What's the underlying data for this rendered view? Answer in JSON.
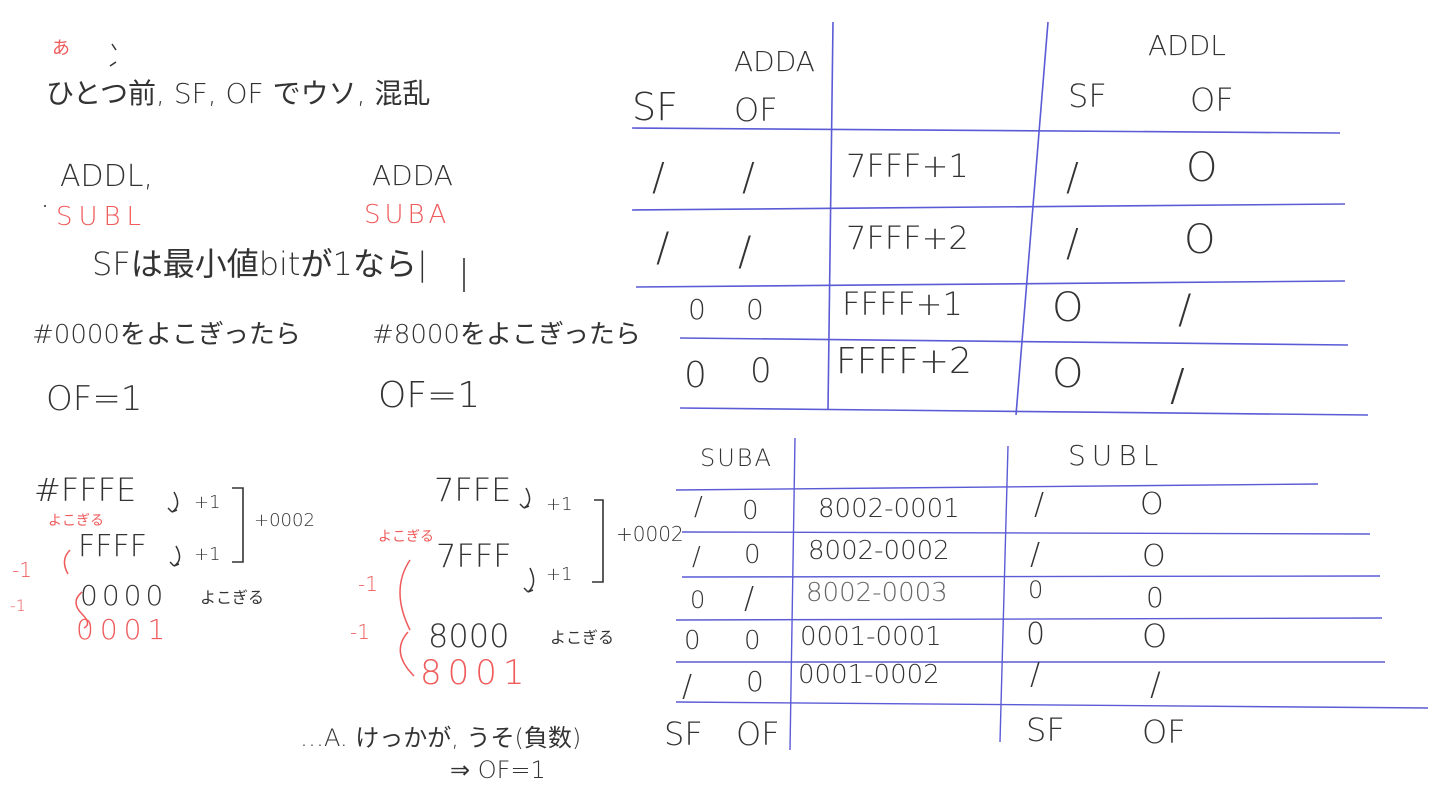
{
  "colors": {
    "ink": "#333333",
    "red": "#ef5a5a",
    "blue": "#5b5bd6"
  },
  "notes": {
    "mark": "あ",
    "line1": "ひとつ前, SF, OF でウソ, 混乱",
    "addl": "ADDL,",
    "subl": "SUBL",
    "adda": "ADDA",
    "suba": "SUBA",
    "sf_rule": "SFは最小値bitが1なら|",
    "cross0000": "#0000をよこぎったら",
    "cross8000": "#8000をよこぎったら",
    "of1_a": "OF=1",
    "of1_b": "OF=1",
    "footer1": "…A. けっかが, うそ(負数)",
    "footer2": "⇒ OF=1"
  },
  "left_example": {
    "v1": "#FFFE",
    "plus1a": "+1",
    "yoko1": "よこぎる",
    "v2": "FFFF",
    "plus1b": "+1",
    "plus0002": "+0002",
    "minus1a": "-1",
    "v3": "0000",
    "yoko2": "よこぎる",
    "minus1b": "-1",
    "v4": "0001"
  },
  "mid_example": {
    "v1": "7FFE",
    "plus1a": "+1",
    "yoko1": "よこぎる",
    "v2": "7FFF",
    "plus1b": "+1",
    "plus0002": "+0002",
    "minus1a": "-1",
    "v3": "8000",
    "yoko2": "よこぎる",
    "minus1b": "-1",
    "v4": "8001"
  },
  "add_table": {
    "left_group": "ADDA",
    "right_group": "ADDL",
    "left_headers": [
      "SF",
      "OF"
    ],
    "right_headers": [
      "SF",
      "OF"
    ],
    "rows": [
      {
        "a_sf": "/",
        "a_of": "/",
        "expr": "7FFF+1",
        "l_sf": "/",
        "l_of": "O"
      },
      {
        "a_sf": "/",
        "a_of": "/",
        "expr": "7FFF+2",
        "l_sf": "/",
        "l_of": "O"
      },
      {
        "a_sf": "0",
        "a_of": "0",
        "expr": "FFFF+1",
        "l_sf": "O",
        "l_of": "/"
      },
      {
        "a_sf": "0",
        "a_of": "0",
        "expr": "FFFF+2",
        "l_sf": "O",
        "l_of": "/"
      }
    ]
  },
  "sub_table": {
    "left_group": "SUBA",
    "right_group": "SUBL",
    "left_footer": [
      "SF",
      "OF"
    ],
    "right_footer": [
      "SF",
      "OF"
    ],
    "rows": [
      {
        "a_sf": "/",
        "a_of": "0",
        "expr": "8002-0001",
        "l_sf": "/",
        "l_of": "O"
      },
      {
        "a_sf": "/",
        "a_of": "0",
        "expr": "8002-0002",
        "l_sf": "/",
        "l_of": "O"
      },
      {
        "a_sf": "0",
        "a_of": "/",
        "expr": "8002-0003",
        "l_sf": "0",
        "l_of": "0"
      },
      {
        "a_sf": "0",
        "a_of": "0",
        "expr": "0001-0001",
        "l_sf": "0",
        "l_of": "O"
      },
      {
        "a_sf": "/",
        "a_of": "0",
        "expr": "0001-0002",
        "l_sf": "/",
        "l_of": "/"
      }
    ]
  }
}
